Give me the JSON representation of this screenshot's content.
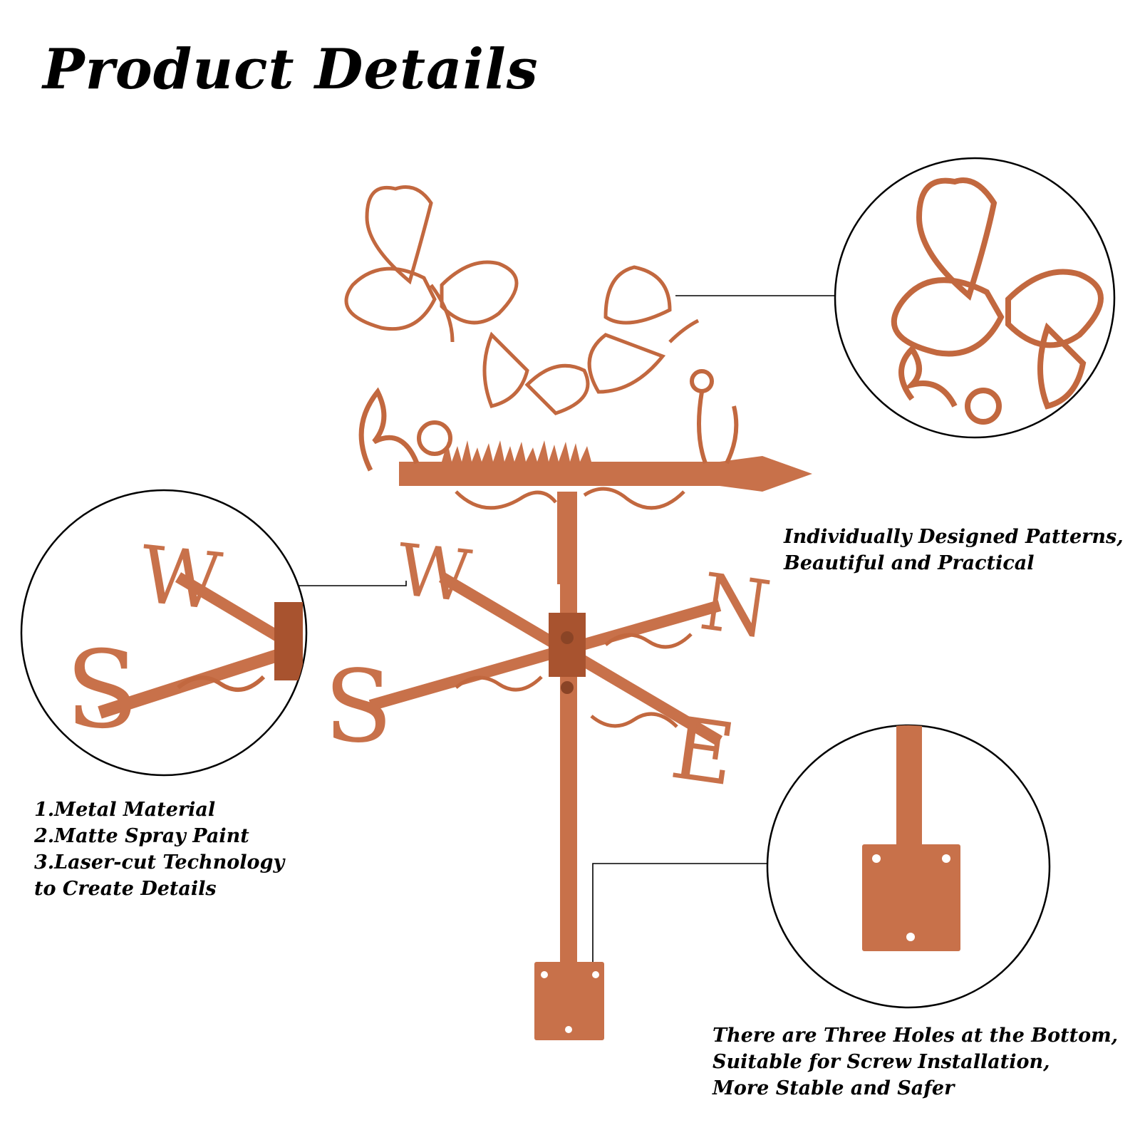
{
  "title": "Product Details",
  "captions": {
    "patterns": [
      "Individually Designed Patterns,",
      "Beautiful and Practical"
    ],
    "material": [
      "1.Metal Material",
      "2.Matte Spray Paint",
      "3.Laser-cut Technology",
      "to Create Details"
    ],
    "holes": [
      "There are Three Holes at the Bottom,",
      "Suitable for Screw Installation,",
      "More Stable and Safer"
    ]
  },
  "compass_letters": {
    "west": "W",
    "north": "N",
    "south": "S",
    "east": "E"
  },
  "colors": {
    "copper": "#c8714a",
    "copper_dark": "#a8532f",
    "line": "#000000",
    "background": "#ffffff"
  }
}
